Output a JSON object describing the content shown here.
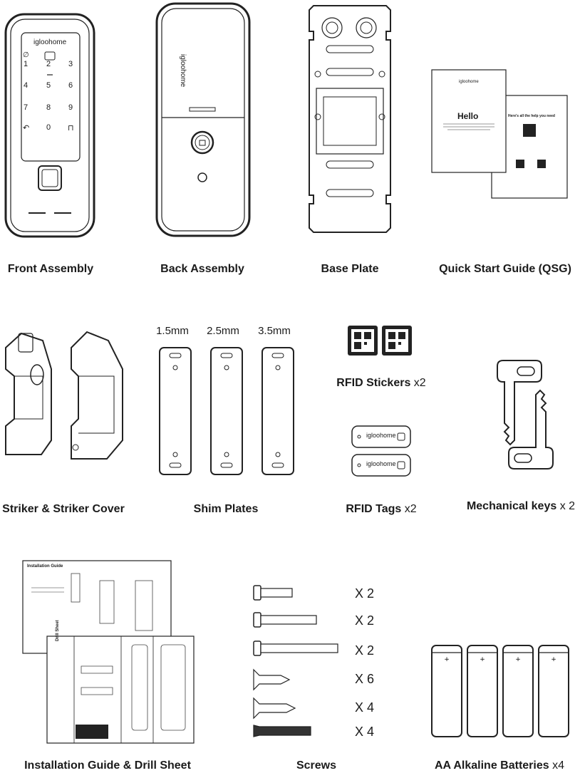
{
  "labels": {
    "front_assembly": "Front Assembly",
    "back_assembly": "Back Assembly",
    "base_plate": "Base Plate",
    "qsg": "Quick Start Guide (QSG)",
    "striker": "Striker & Striker Cover",
    "shim_plates": "Shim Plates",
    "rfid_stickers": "RFID Stickers",
    "rfid_stickers_qty": " x2",
    "rfid_tags": "RFID Tags",
    "rfid_tags_qty": " x2",
    "mech_keys": "Mechanical keys",
    "mech_keys_qty": " x 2",
    "install_guide": "Installation Guide & Drill Sheet",
    "screws": "Screws",
    "batteries": "AA Alkaline Batteries",
    "batteries_qty": " x4"
  },
  "shim_thickness": [
    "1.5mm",
    "2.5mm",
    "3.5mm"
  ],
  "screw_qty": [
    "X 2",
    "X 2",
    "X 2",
    "X 6",
    "X 4",
    "X 4"
  ],
  "brand": "igloohome",
  "keypad": [
    "1",
    "2",
    "3",
    "4",
    "5",
    "6",
    "7",
    "8",
    "9",
    "0"
  ],
  "qsg_doc": {
    "hello": "Hello",
    "help": "Here's all the help you need"
  },
  "install_doc": {
    "title": "Installation Guide",
    "drill_sheet": "Drill Sheet"
  }
}
